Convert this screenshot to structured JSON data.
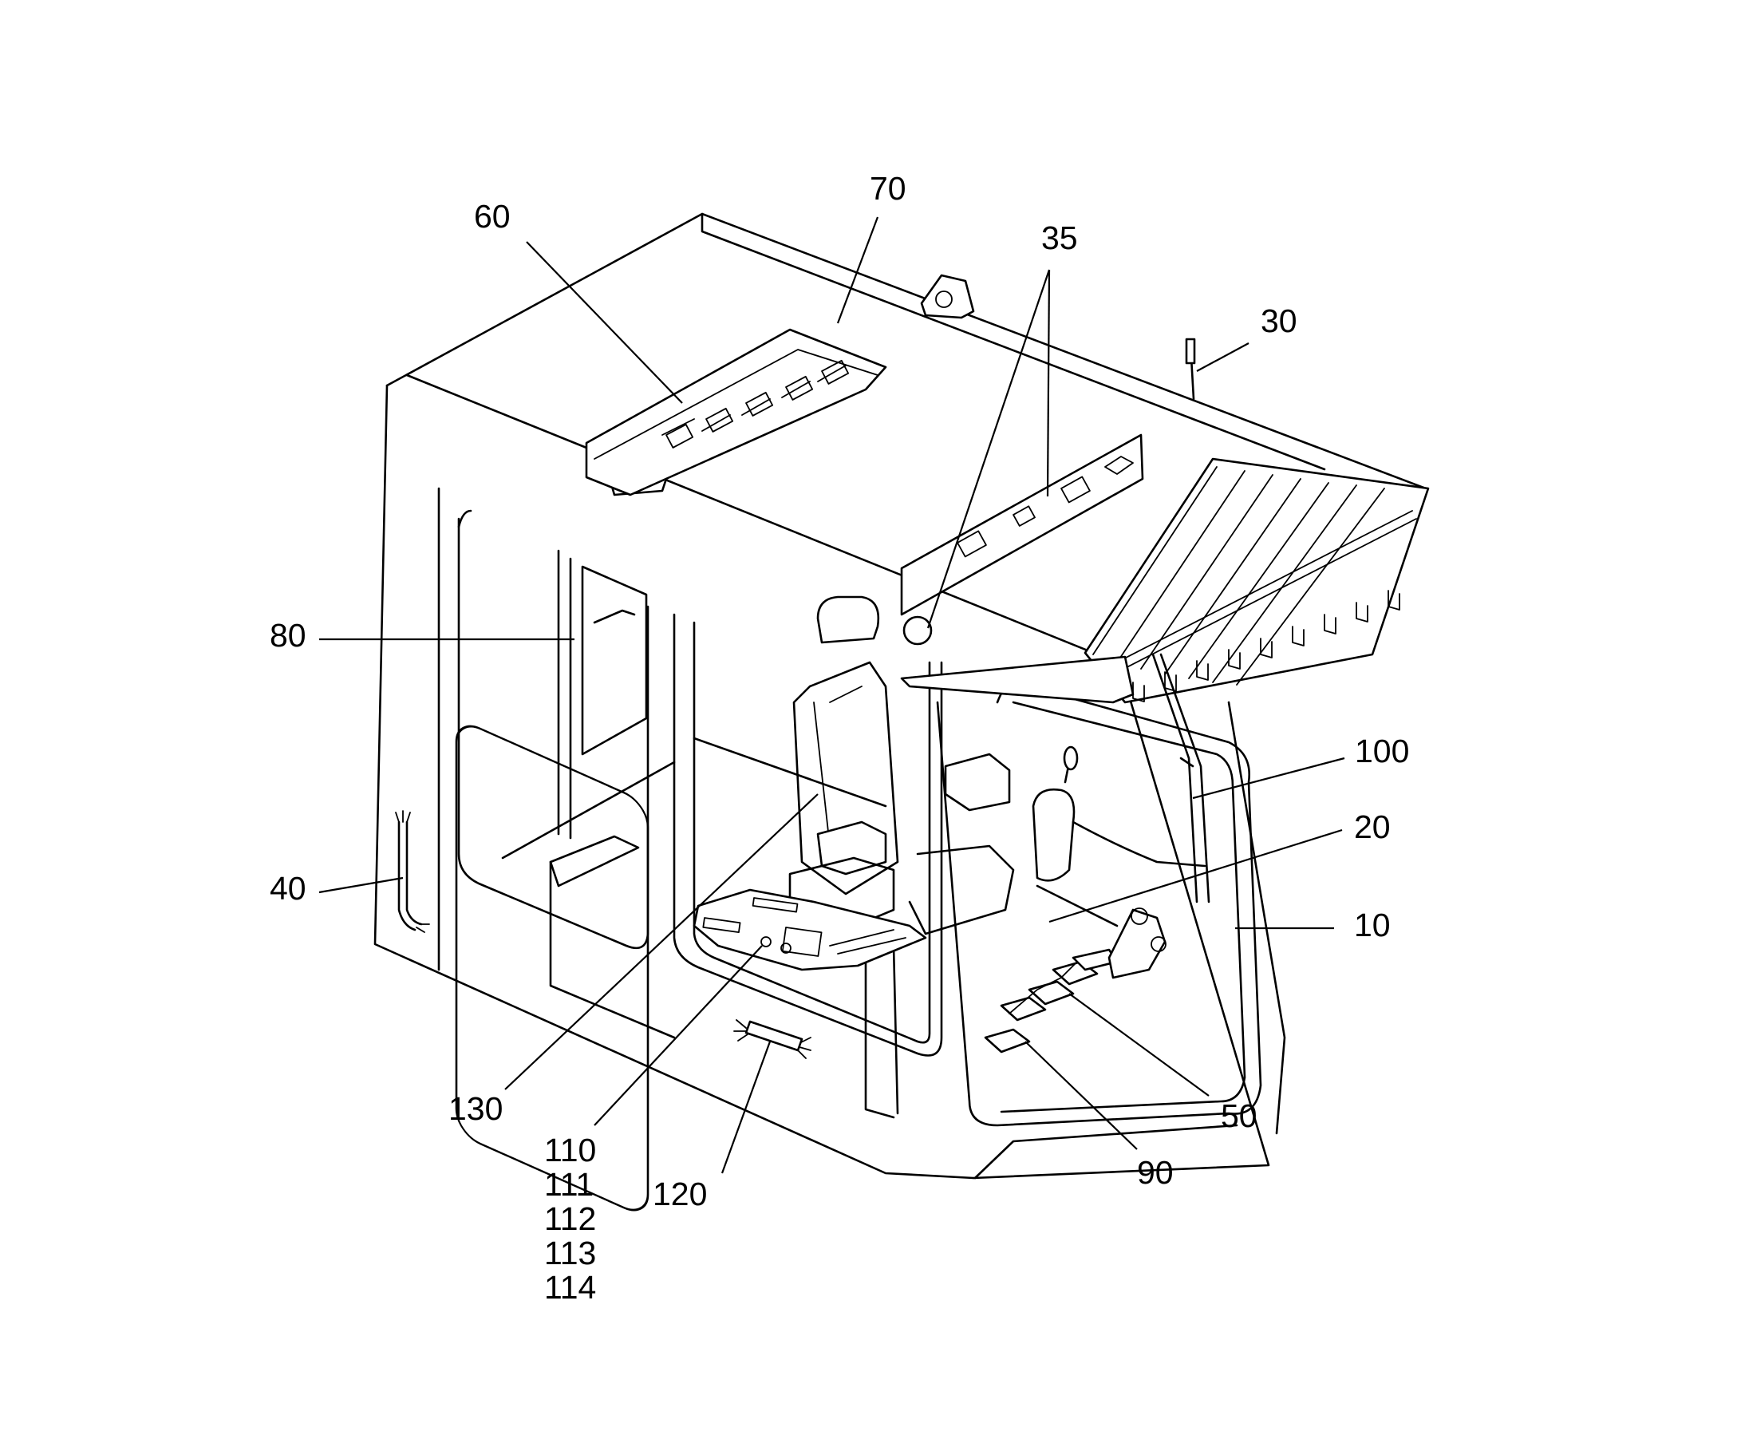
{
  "figure": {
    "subject": "operator cab (patent drawing)",
    "labels": {
      "l10": "10",
      "l20": "20",
      "l30": "30",
      "l35": "35",
      "l40": "40",
      "l50": "50",
      "l60": "60",
      "l70": "70",
      "l80": "80",
      "l90": "90",
      "l100": "100",
      "l110": "110",
      "l111": "111",
      "l112": "112",
      "l113": "113",
      "l114": "114",
      "l120": "120",
      "l130": "130"
    }
  }
}
